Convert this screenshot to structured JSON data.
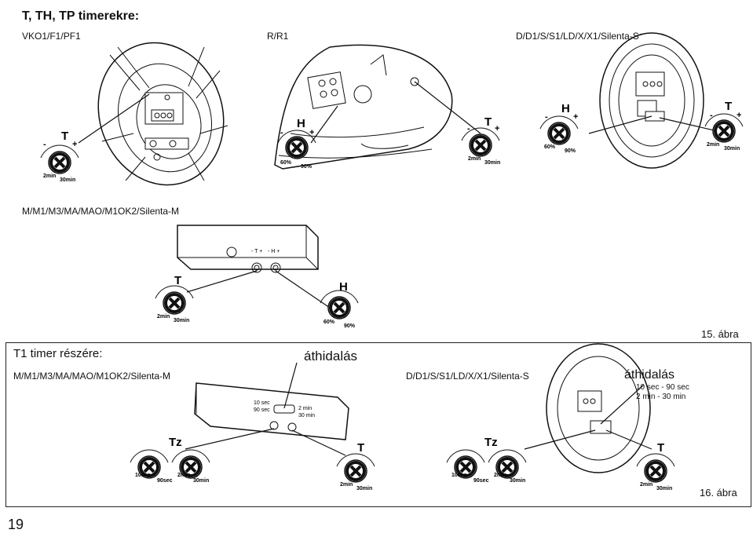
{
  "section1": {
    "title": "T, TH, TP  timerekre:",
    "model_a": "VKO1/F1/PF1",
    "model_b": "R/R1",
    "model_c": "D/D1/S/S1/LD/X/X1/Silenta-S",
    "model_d": "M/M1/M3/MA/MAO/M1OK2/Silenta-M",
    "figure": "15. ábra"
  },
  "section2": {
    "title": "T1 timer részére:",
    "model_left": "M/M1/M3/MA/MAO/M1OK2/Silenta-M",
    "model_right": "D/D1/S/S1/LD/X/X1/Silenta-S",
    "bridge": "áthidalás",
    "bridge_right": "áthidalás",
    "range_sec": "10 sec - 90 sec",
    "range_min": "2 min - 30 min",
    "figure": "16. ábra"
  },
  "knob": {
    "T": "T",
    "H": "H",
    "Tz": "Tz",
    "minus": "-",
    "plus": "+",
    "t_min": "2min",
    "t_max": "30min",
    "h_min": "60%",
    "h_max": "90%",
    "z_min": "10sec",
    "z_max": "90sec"
  },
  "housing": {
    "sec_a": "10 sec",
    "sec_b": "90 sec",
    "min_a": "2 min",
    "min_b": "30 min",
    "t_mark": "- T +",
    "h_mark": "- H +"
  },
  "page_number": "19"
}
